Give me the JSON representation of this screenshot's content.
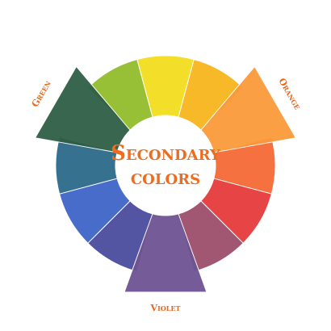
{
  "wheel": {
    "center_title_line1": "Secondary",
    "center_title_line2": "colors",
    "title_color": "#ee6c1e",
    "label_color": "#e8671c",
    "segments": [
      {
        "name": "yellow",
        "color": "#f3de1f"
      },
      {
        "name": "yellow-orange",
        "color": "#f7b61c"
      },
      {
        "name": "orange",
        "color": "#fb9a3c",
        "secondary": true,
        "label": "Orange"
      },
      {
        "name": "red-orange",
        "color": "#f66a36"
      },
      {
        "name": "red",
        "color": "#e63b3c"
      },
      {
        "name": "red-violet",
        "color": "#9d4e6a"
      },
      {
        "name": "violet",
        "color": "#6e5493",
        "secondary": true,
        "label": "Violet"
      },
      {
        "name": "blue-violet",
        "color": "#4a4b9e"
      },
      {
        "name": "blue",
        "color": "#3e65c7"
      },
      {
        "name": "blue-green",
        "color": "#2c6a8a"
      },
      {
        "name": "green",
        "color": "#2f5e45",
        "secondary": true,
        "label": "Green"
      },
      {
        "name": "yellow-green",
        "color": "#93bd2c"
      }
    ]
  }
}
